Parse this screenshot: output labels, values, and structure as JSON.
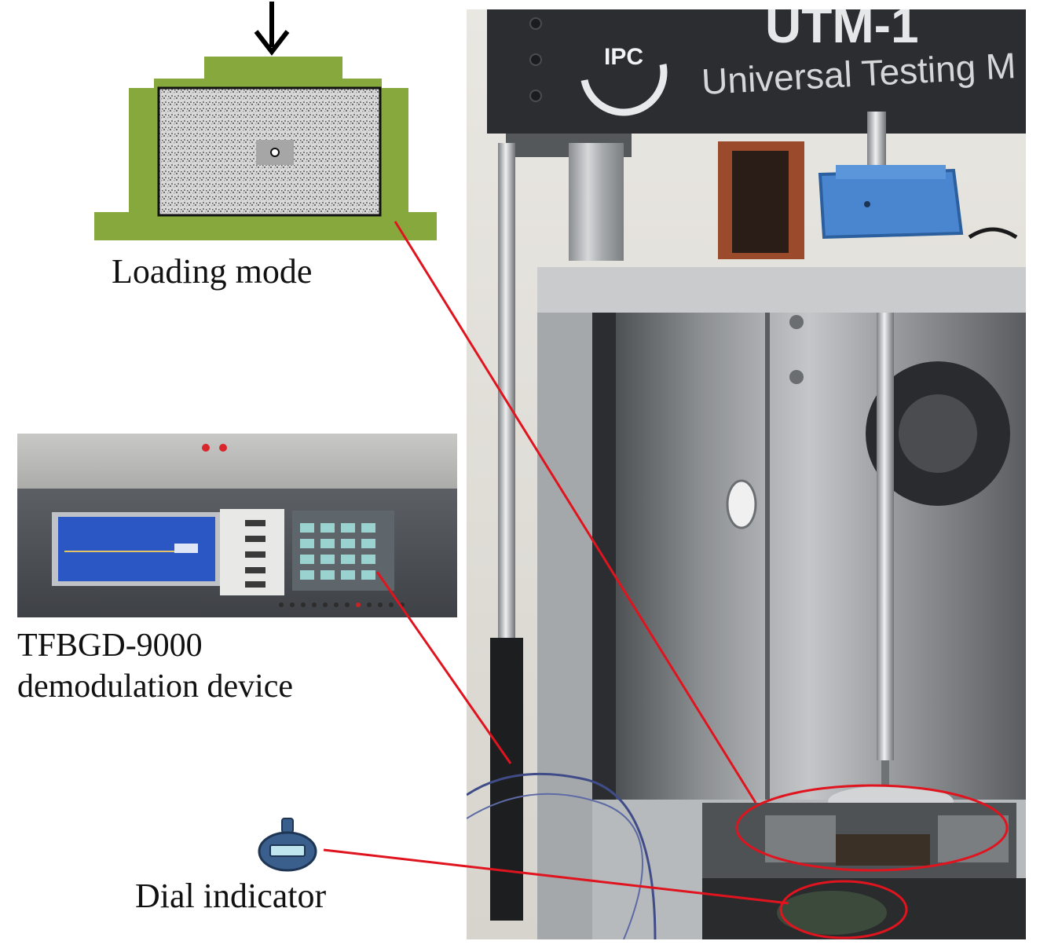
{
  "labels": {
    "loading_mode": "Loading mode",
    "demod_line1": "TFBGD-9000",
    "demod_line2": "demodulation device",
    "dial_indicator": "Dial indicator"
  },
  "machine": {
    "brand_logo": "IPC",
    "banner_top": "UTM-1",
    "banner_sub": "Universal Testing M"
  },
  "colors": {
    "green_frame": "#86a83c",
    "callout_red": "#e0141e",
    "machine_dark": "#2b2d31",
    "steel": "#b9bcbe",
    "dial_blue": "#3a5f8d"
  },
  "icons": {
    "load_arrow": "arrow-down-icon",
    "dial": "dial-indicator-icon"
  }
}
